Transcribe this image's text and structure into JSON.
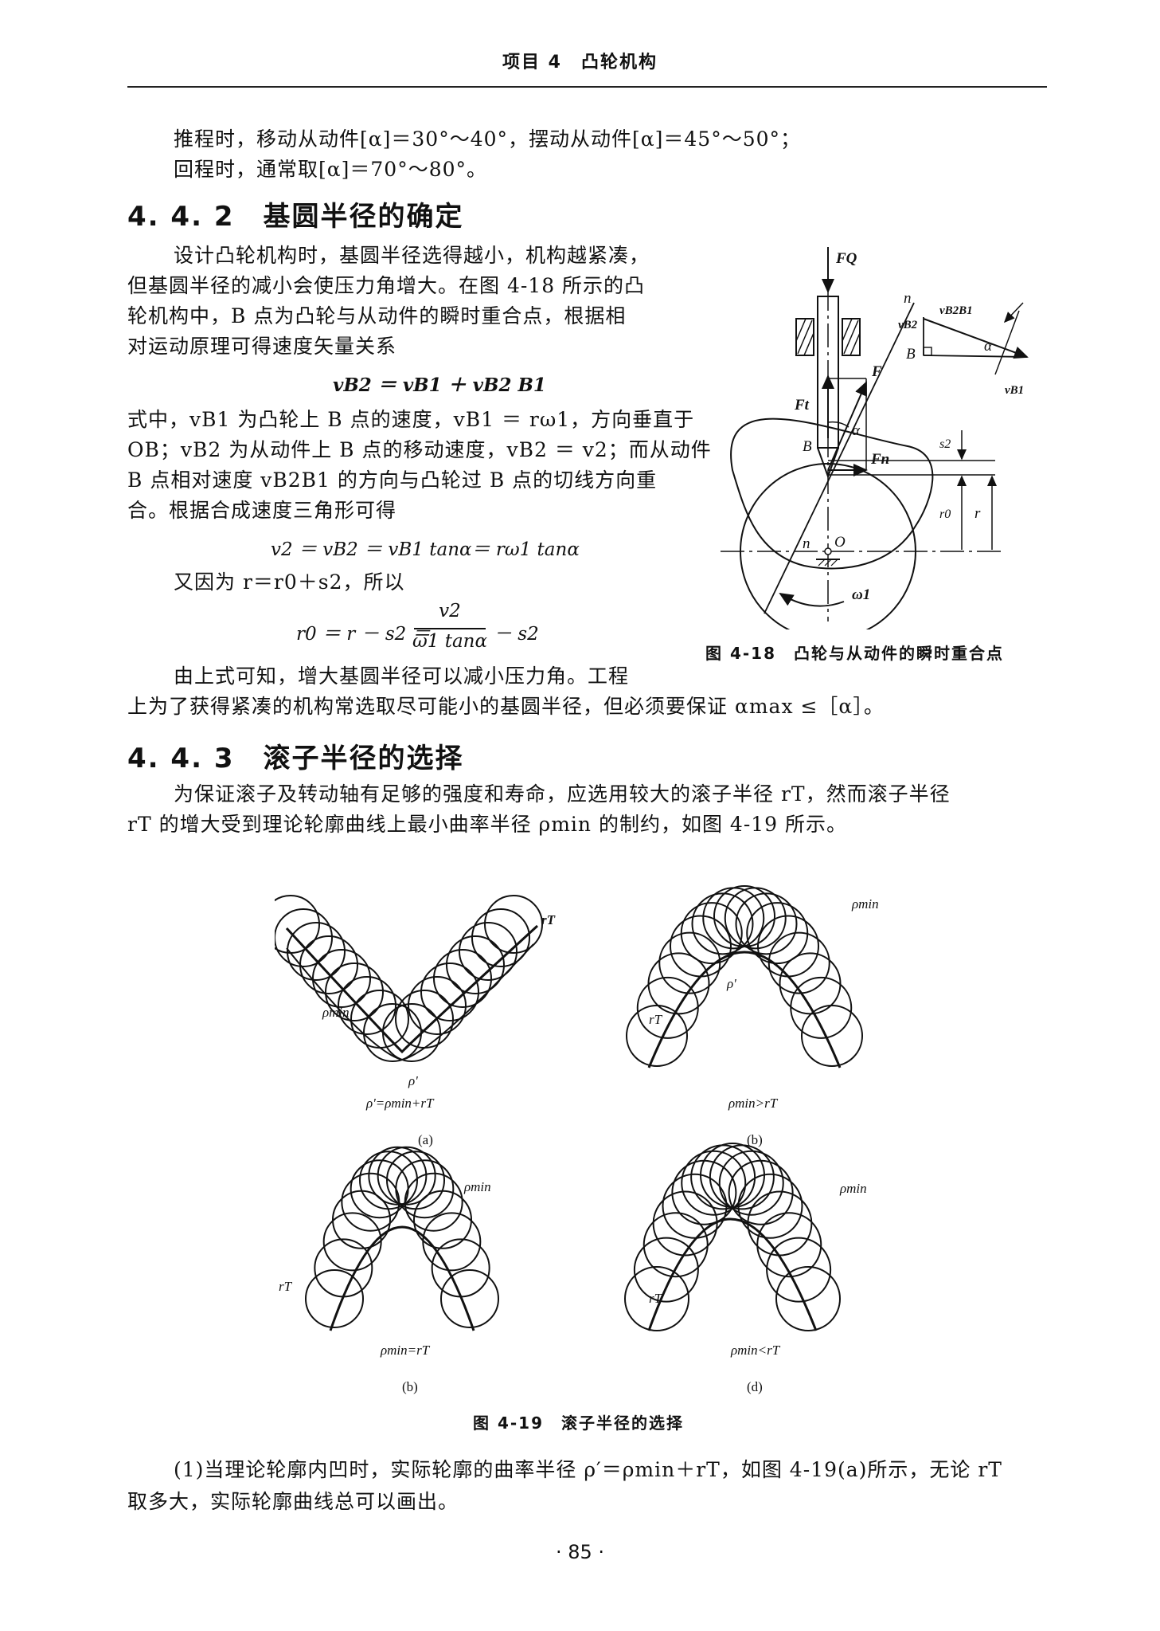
{
  "header": {
    "title": "项目 4　凸轮机构"
  },
  "intro": {
    "line1": "推程时，移动从动件[α]＝30°～40°，摆动从动件[α]＝45°～50°；",
    "line2": "回程时，通常取[α]＝70°～80°。"
  },
  "section442": {
    "title": "4. 4. 2　基圆半径的确定",
    "p1": "设计凸轮机构时，基圆半径选得越小，机构越紧凑，",
    "p2": "但基圆半径的减小会使压力角增大。在图 4-18 所示的凸",
    "p3": "轮机构中，B 点为凸轮与从动件的瞬时重合点，根据相",
    "p4": "对运动原理可得速度矢量关系",
    "eq1": "vB2 ＝ vB1 ＋ vB2 B1",
    "p5": "式中，vB1 为凸轮上 B 点的速度，vB1 ＝ rω1，方向垂直于",
    "p6": "OB；vB2 为从动件上 B 点的移动速度，vB2 ＝ v2；而从动件",
    "p7": "B 点相对速度 vB2B1 的方向与凸轮过 B 点的切线方向重",
    "p8": "合。根据合成速度三角形可得",
    "eq2": "v2 ＝ vB2 ＝ vB1 tanα＝ rω1 tanα",
    "p9": "又因为 r＝r0＋s2，所以",
    "eq3_left": "r0 ＝ r － s2 ＝",
    "eq3_num": "v2",
    "eq3_den": "ω1 tanα",
    "eq3_right": "－ s2",
    "p10": "由上式可知，增大基圆半径可以减小压力角。工程",
    "p11": "上为了获得紧凑的机构常选取尽可能小的基圆半径，但必须要保证 αmax ≤［α］。"
  },
  "figure418": {
    "caption": "图 4-18　凸轮与从动件的瞬时重合点",
    "labels": {
      "FQ": "FQ",
      "n_top": "n",
      "F": "F",
      "Ft": "Ft",
      "Fn": "Fn",
      "alpha": "α",
      "B": "B",
      "s2": "s2",
      "r0": "r0",
      "r": "r",
      "n_bottom": "n",
      "O": "O",
      "omega1": "ω1",
      "vB2": "vB2",
      "vB2B1": "vB2B1",
      "B_tri": "B",
      "alpha_tri": "α",
      "vB1": "vB1"
    }
  },
  "section443": {
    "title": "4. 4. 3　滚子半径的选择",
    "p1": "为保证滚子及转动轴有足够的强度和寿命，应选用较大的滚子半径 rT，然而滚子半径",
    "p2": "rT 的增大受到理论轮廓曲线上最小曲率半径 ρmin 的制约，如图 4-19 所示。"
  },
  "figure419": {
    "caption": "图 4-19　滚子半径的选择",
    "a": {
      "rT": "rT",
      "rho_min": "ρmin",
      "rho_p": "ρ'",
      "formula": "ρ'=ρmin+rT",
      "tag": "(a)"
    },
    "b": {
      "rho_min": "ρmin",
      "rho_p": "ρ'",
      "rT": "rT",
      "formula": "ρmin>rT",
      "tag": "(b)"
    },
    "c": {
      "rho_min": "ρmin",
      "rT": "rT",
      "formula": "ρmin=rT",
      "tag": "(b)"
    },
    "d": {
      "rho_min": "ρmin",
      "rT": "rT",
      "formula": "ρmin<rT",
      "tag": "(d)"
    }
  },
  "closing": {
    "p1": "(1)当理论轮廓内凹时，实际轮廓的曲率半径 ρ′＝ρmin＋rT，如图 4-19(a)所示，无论 rT",
    "p2": "取多大，实际轮廓曲线总可以画出。"
  },
  "page_number": "· 85 ·"
}
